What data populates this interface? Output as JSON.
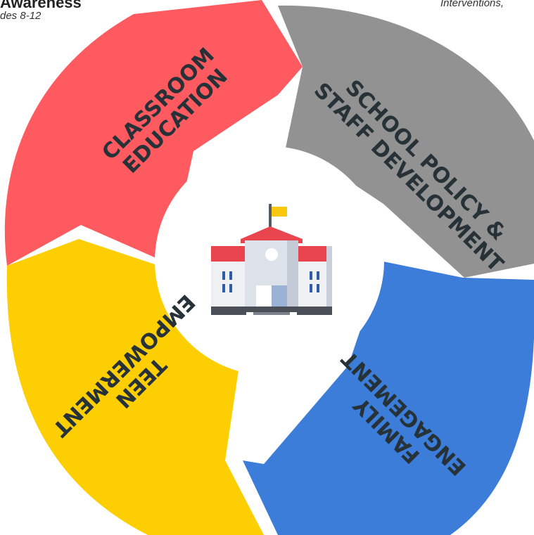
{
  "header": {
    "title_left": "Awareness",
    "subtitle_left": "des 8-12",
    "subtitle_right": "Interventions,"
  },
  "segments": [
    {
      "key": "classroom",
      "lines": [
        "CLASSROOM",
        "EDUCATION"
      ],
      "color": "#FE5A5F"
    },
    {
      "key": "school-policy",
      "lines": [
        "SCHOOL POLICY &",
        "STAFF DEVELOPMENT"
      ],
      "color": "#929292"
    },
    {
      "key": "family",
      "lines": [
        "FAMILY",
        "ENGAGEMENT"
      ],
      "color": "#3B7DD8"
    },
    {
      "key": "teen",
      "lines": [
        "TEEN",
        "EMPOWERMENT"
      ],
      "color": "#FDCE02"
    }
  ],
  "center": {
    "icon": "school-building-icon"
  },
  "colors": {
    "label_text": "#263238",
    "center_fill": "#ffffff",
    "flag": "#F9C80E",
    "roof": "#E9454F"
  }
}
